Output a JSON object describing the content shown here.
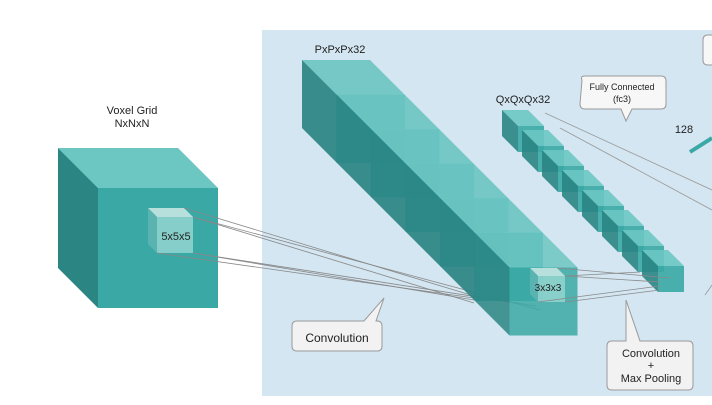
{
  "labels": {
    "voxel_title": "Voxel Grid",
    "voxel_size": "NxNxN",
    "stack1_size": "PxPxPx32",
    "stack2_size": "QxQxQx32",
    "kernel1": "5x5x5",
    "kernel2": "3x3x3",
    "fc_line1": "Fully Connected",
    "fc_line2": "(fc3)",
    "fc_units": "128",
    "conv_callout": "Convolution",
    "pool_line1": "Convolution",
    "pool_line2": "+",
    "pool_line3": "Max Pooling"
  },
  "colors": {
    "panel": "#d3e6f2",
    "cube_front": "#3aa8a5",
    "cube_top": "#6cc6c2",
    "cube_side": "#2a8583",
    "callout_fill": "#f2f2f2",
    "callout_stroke": "#9a9a9a",
    "lines": "#888888"
  }
}
